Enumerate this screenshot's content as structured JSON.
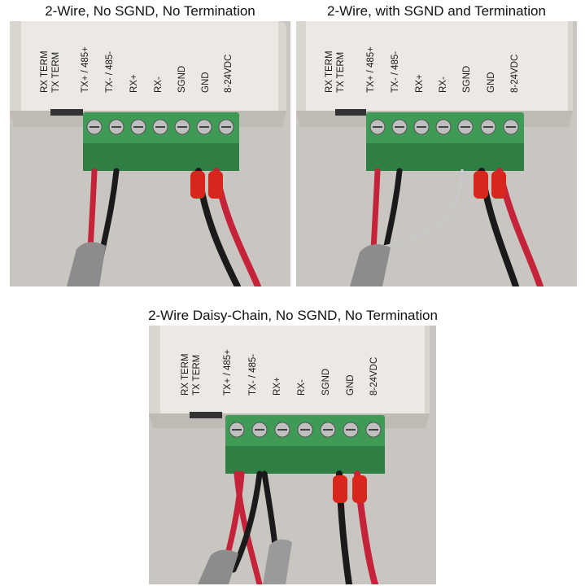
{
  "panels": [
    {
      "caption": "2-Wire, No SGND, No Termination",
      "terminal_labels": [
        "RX TERM",
        "TX TERM",
        "TX+ / 485+",
        "TX- / 485-",
        "RX+",
        "RX-",
        "SGND",
        "GND",
        "8-24VDC"
      ]
    },
    {
      "caption": "2-Wire, with SGND and Termination",
      "terminal_labels": [
        "RX TERM",
        "TX TERM",
        "TX+ / 485+",
        "TX- / 485-",
        "RX+",
        "RX-",
        "SGND",
        "GND",
        "8-24VDC"
      ]
    },
    {
      "caption": "2-Wire Daisy-Chain, No SGND, No Termination",
      "terminal_labels": [
        "RX TERM",
        "TX TERM",
        "TX+ / 485+",
        "TX- / 485-",
        "RX+",
        "RX-",
        "SGND",
        "GND",
        "8-24VDC"
      ]
    }
  ],
  "colors": {
    "enclosure": "#d6d2cc",
    "label_plate": "#ece9e4",
    "terminal_block": "#3f9a55",
    "wire_red": "#c4233a",
    "wire_black": "#1a1a1a",
    "cable_jacket": "#8c8c8c",
    "ferrule_red": "#d8261c"
  }
}
